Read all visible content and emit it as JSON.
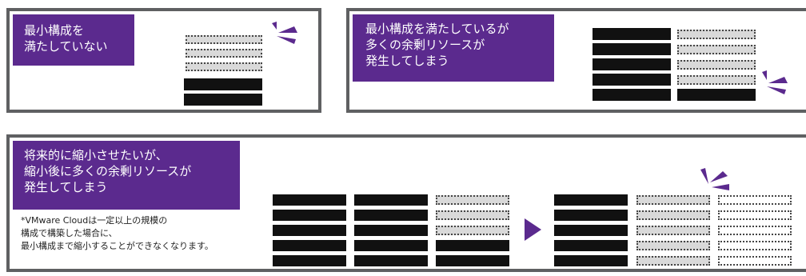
{
  "panels": [
    {
      "id": "minimum-not-met",
      "label_lines": [
        "最小構成を",
        "満たしていない"
      ]
    },
    {
      "id": "minimum-met-surplus",
      "label_lines": [
        "最小構成を満たしているが",
        "多くの余剰リソースが",
        "発生してしまう"
      ]
    },
    {
      "id": "future-shrink",
      "label_lines": [
        "将来的に縮小させたいが、",
        "縮小後に多くの余剰リソースが",
        "発生してしまう"
      ],
      "note_lines": [
        "*VMware Cloudは一定以上の規模の",
        "構成で構築した場合に、",
        "最小構成まで縮小することができなくなります。"
      ]
    }
  ],
  "icons": [
    "alert-burst-icon",
    "arrow-right-icon"
  ],
  "colors": {
    "label_bg": "#5b2a8e",
    "accent": "#5b2a8e",
    "used_block": "#111111",
    "empty_slot": "#d9d9d9",
    "border": "#5f6062"
  }
}
